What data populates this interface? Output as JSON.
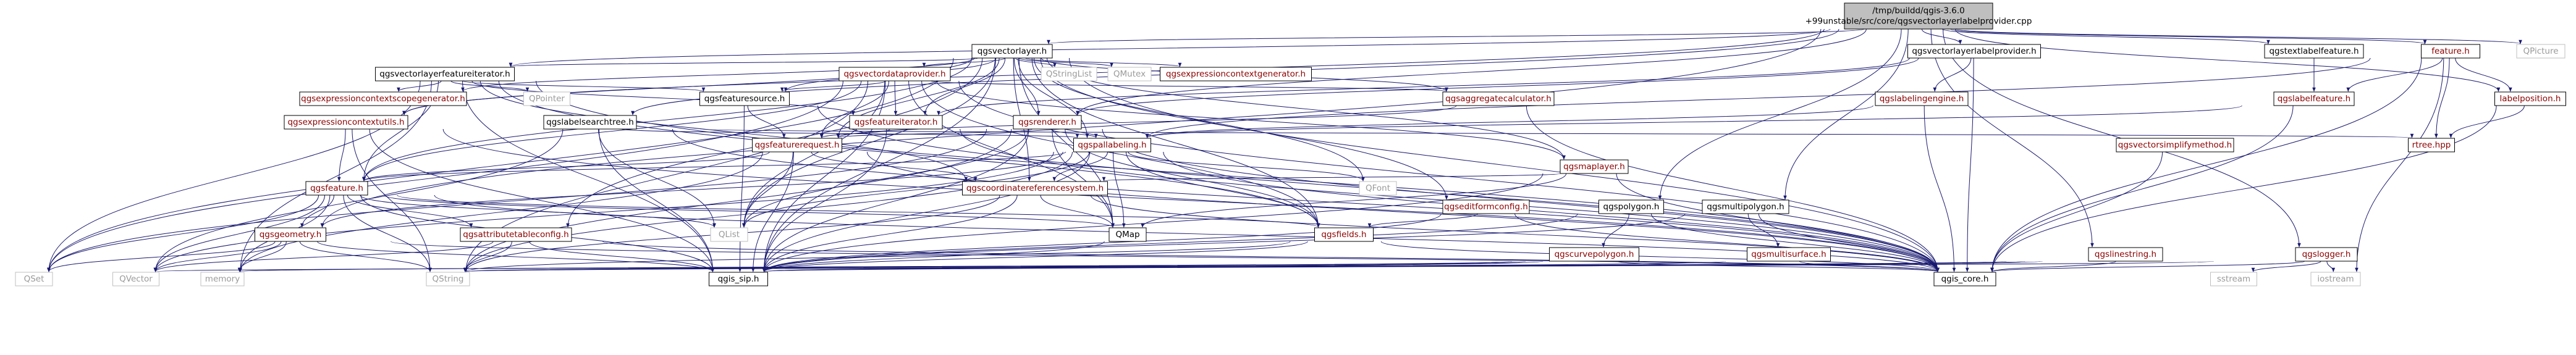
{
  "colors": {
    "edge": "#191970",
    "node_border": "#000000",
    "external_border": "#bfbfbf",
    "root_fill": "#bfbfbf",
    "node_fill": "#ffffff",
    "external_text": "#9a9a9a",
    "node_text_linked": "#8b0000",
    "node_text_plain": "#000000"
  },
  "nodes": [
    {
      "id": "root",
      "kind": "root",
      "lines": [
        "/tmp/buildd/qgis-3.6.0",
        "+99unstable/src/core/qgsvectorlayerlabelprovider.cpp"
      ]
    },
    {
      "id": "qgsvectorlayer_h",
      "kind": "plain",
      "lines": [
        "qgsvectorlayer.h"
      ]
    },
    {
      "id": "qgsvectorlayerlabelprovider_h",
      "kind": "plain",
      "lines": [
        "qgsvectorlayerlabelprovider.h"
      ]
    },
    {
      "id": "qgstextlabelfeature_h",
      "kind": "plain",
      "lines": [
        "qgstextlabelfeature.h"
      ]
    },
    {
      "id": "feature_h",
      "kind": "linked",
      "lines": [
        "feature.h"
      ]
    },
    {
      "id": "qpicture",
      "kind": "external",
      "lines": [
        "QPicture"
      ]
    },
    {
      "id": "qgsvectorlayerfeatureiterator_h",
      "kind": "plain",
      "lines": [
        "qgsvectorlayerfeatureiterator.h"
      ]
    },
    {
      "id": "qgsvectordataprovider_h",
      "kind": "linked",
      "lines": [
        "qgsvectordataprovider.h"
      ]
    },
    {
      "id": "qstringlist",
      "kind": "external",
      "lines": [
        "QStringList"
      ]
    },
    {
      "id": "qmutex",
      "kind": "external",
      "lines": [
        "QMutex"
      ]
    },
    {
      "id": "qgsexpressioncontextgenerator_h",
      "kind": "linked",
      "lines": [
        "qgsexpressioncontextgenerator.h"
      ]
    },
    {
      "id": "qgsexpressioncontextscopegenerator_h",
      "kind": "linked",
      "lines": [
        "qgsexpressioncontextscopegenerator.h"
      ]
    },
    {
      "id": "qpointer",
      "kind": "external",
      "lines": [
        "QPointer"
      ]
    },
    {
      "id": "qgsfeaturesource_h",
      "kind": "plain",
      "lines": [
        "qgsfeaturesource.h"
      ]
    },
    {
      "id": "qgsaggregatecalculator_h",
      "kind": "linked",
      "lines": [
        "qgsaggregatecalculator.h"
      ]
    },
    {
      "id": "qgslabelingengine_h",
      "kind": "linked",
      "lines": [
        "qgslabelingengine.h"
      ]
    },
    {
      "id": "qgslabelfeature_h",
      "kind": "linked",
      "lines": [
        "qgslabelfeature.h"
      ]
    },
    {
      "id": "labelposition_h",
      "kind": "linked",
      "lines": [
        "labelposition.h"
      ]
    },
    {
      "id": "qgsexpressioncontextutils_h",
      "kind": "linked",
      "lines": [
        "qgsexpressioncontextutils.h"
      ]
    },
    {
      "id": "qgslabelsearchtree_h",
      "kind": "plain",
      "lines": [
        "qgslabelsearchtree.h"
      ]
    },
    {
      "id": "qgsfeatureiterator_h",
      "kind": "linked",
      "lines": [
        "qgsfeatureiterator.h"
      ]
    },
    {
      "id": "qgsrenderer_h",
      "kind": "linked",
      "lines": [
        "qgsrenderer.h"
      ]
    },
    {
      "id": "qgsfeaturerequest_h",
      "kind": "linked",
      "lines": [
        "qgsfeaturerequest.h"
      ]
    },
    {
      "id": "qgspallabeling_h",
      "kind": "linked",
      "lines": [
        "qgspallabeling.h"
      ]
    },
    {
      "id": "qgsvectorsimplifymethod_h",
      "kind": "linked",
      "lines": [
        "qgsvectorsimplifymethod.h"
      ]
    },
    {
      "id": "rtree_hpp",
      "kind": "linked",
      "lines": [
        "rtree.hpp"
      ]
    },
    {
      "id": "qgsmaplayer_h",
      "kind": "linked",
      "lines": [
        "qgsmaplayer.h"
      ]
    },
    {
      "id": "qgsfeature_h",
      "kind": "linked",
      "lines": [
        "qgsfeature.h"
      ]
    },
    {
      "id": "qgscoordinatereferencesystem_h",
      "kind": "linked",
      "lines": [
        "qgscoordinatereferencesystem.h"
      ]
    },
    {
      "id": "qfont",
      "kind": "external",
      "lines": [
        "QFont"
      ]
    },
    {
      "id": "qgseditformconfig_h",
      "kind": "linked",
      "lines": [
        "qgseditformconfig.h"
      ]
    },
    {
      "id": "qgspolygon_h",
      "kind": "plain",
      "lines": [
        "qgspolygon.h"
      ]
    },
    {
      "id": "qgsmultipolygon_h",
      "kind": "plain",
      "lines": [
        "qgsmultipolygon.h"
      ]
    },
    {
      "id": "qgslogger_h",
      "kind": "linked",
      "lines": [
        "qgslogger.h"
      ]
    },
    {
      "id": "qgsgeometry_h",
      "kind": "linked",
      "lines": [
        "qgsgeometry.h"
      ]
    },
    {
      "id": "qgsattributetableconfig_h",
      "kind": "linked",
      "lines": [
        "qgsattributetableconfig.h"
      ]
    },
    {
      "id": "qlist",
      "kind": "external",
      "lines": [
        "QList"
      ]
    },
    {
      "id": "qmap",
      "kind": "plain",
      "lines": [
        "QMap"
      ]
    },
    {
      "id": "qgsfields_h",
      "kind": "linked",
      "lines": [
        "qgsfields.h"
      ]
    },
    {
      "id": "qgscurvepolygon_h",
      "kind": "linked",
      "lines": [
        "qgscurvepolygon.h"
      ]
    },
    {
      "id": "qgsmultisurface_h",
      "kind": "linked",
      "lines": [
        "qgsmultisurface.h"
      ]
    },
    {
      "id": "qgslinestring_h",
      "kind": "linked",
      "lines": [
        "qgslinestring.h"
      ]
    },
    {
      "id": "qset",
      "kind": "external",
      "lines": [
        "QSet"
      ]
    },
    {
      "id": "qvector",
      "kind": "external",
      "lines": [
        "QVector"
      ]
    },
    {
      "id": "memory",
      "kind": "external",
      "lines": [
        "memory"
      ]
    },
    {
      "id": "qstring",
      "kind": "external",
      "lines": [
        "QString"
      ]
    },
    {
      "id": "qgis_sip_h",
      "kind": "plain",
      "lines": [
        "qgis_sip.h"
      ]
    },
    {
      "id": "qgis_core_h",
      "kind": "plain",
      "lines": [
        "qgis_core.h"
      ]
    },
    {
      "id": "sstream",
      "kind": "external",
      "lines": [
        "sstream"
      ]
    },
    {
      "id": "iostream",
      "kind": "external",
      "lines": [
        "iostream"
      ]
    }
  ]
}
